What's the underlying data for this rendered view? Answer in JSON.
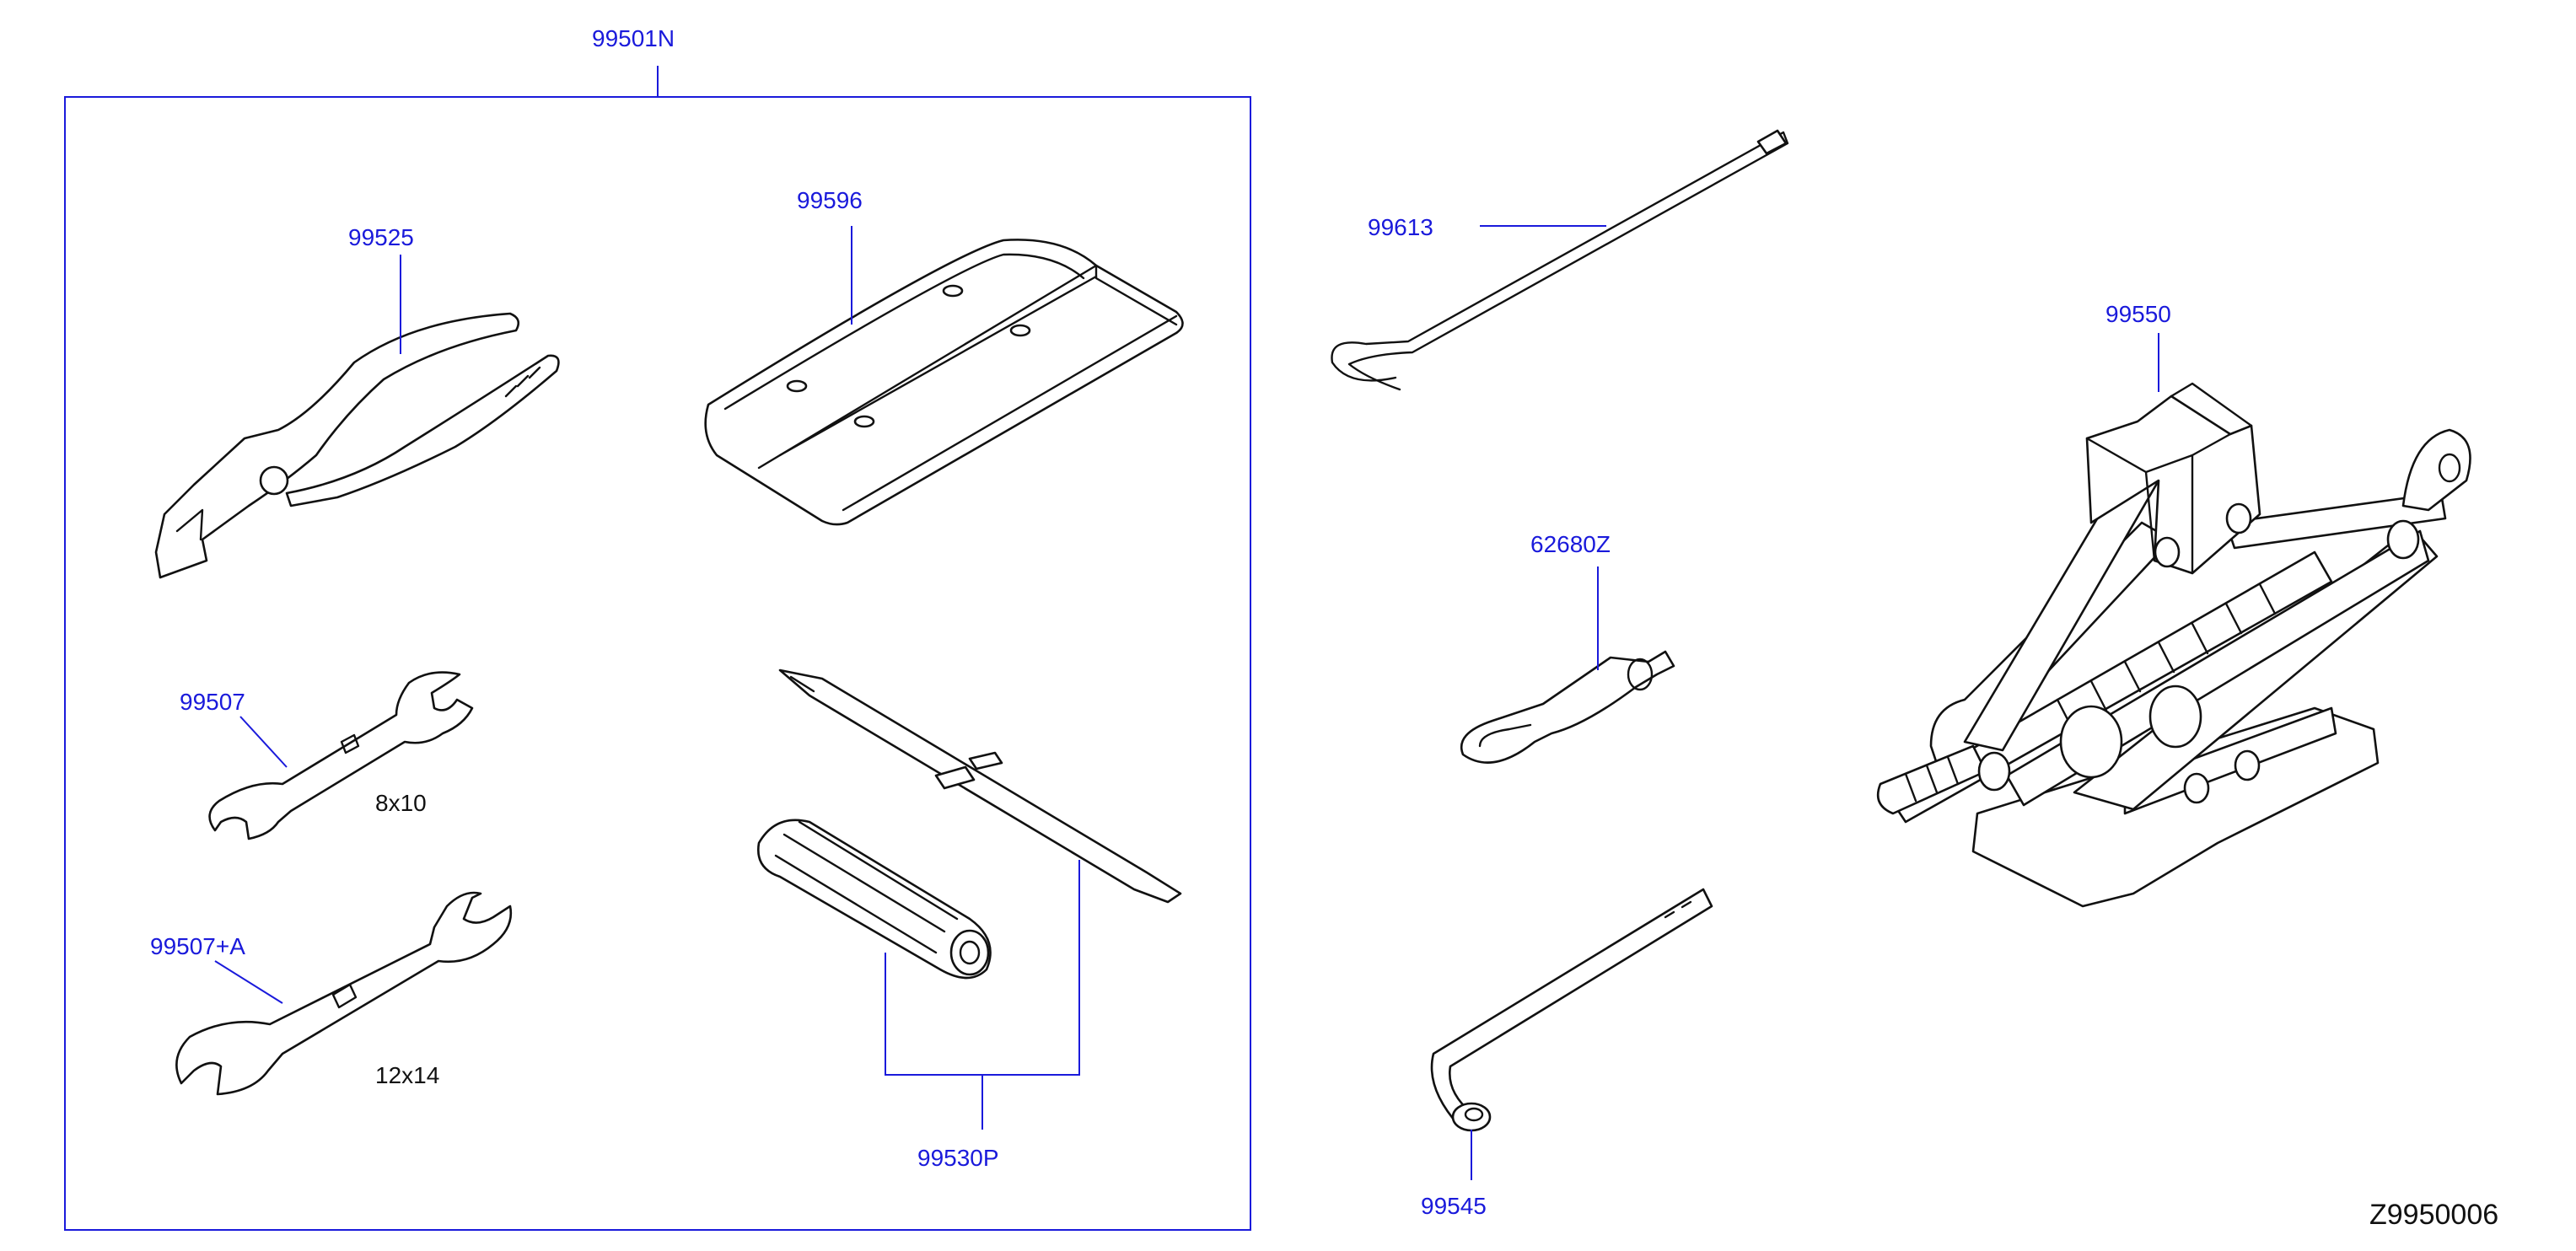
{
  "diagram": {
    "code": "Z9950006",
    "kit_label": "99501N",
    "parts": [
      {
        "id": "pliers",
        "label": "99525"
      },
      {
        "id": "tool-bag",
        "label": "99596"
      },
      {
        "id": "wrench-small",
        "label": "99507",
        "size": "8x10"
      },
      {
        "id": "wrench-large",
        "label": "99507+A",
        "size": "12x14"
      },
      {
        "id": "screwdriver",
        "label": "99530P"
      },
      {
        "id": "hook-rod",
        "label": "99613"
      },
      {
        "id": "tow-hook",
        "label": "62680Z"
      },
      {
        "id": "wheel-nut-wrench",
        "label": "99545"
      },
      {
        "id": "jack",
        "label": "99550"
      }
    ]
  }
}
